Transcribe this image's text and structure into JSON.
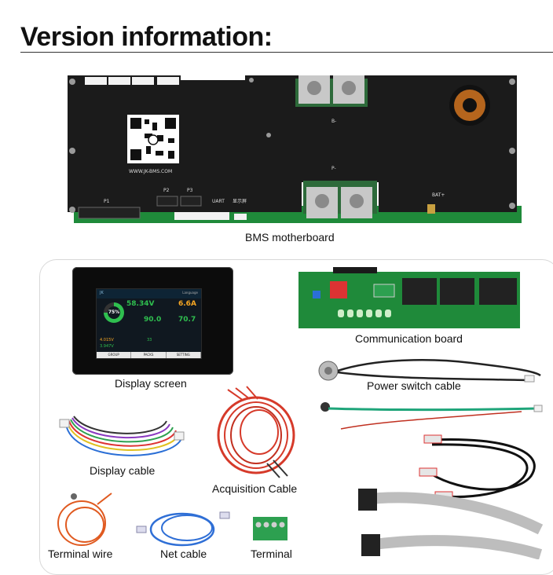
{
  "page": {
    "title": "Version information:"
  },
  "motherboard": {
    "caption": "BMS motherboard",
    "url": "WWW.JK-BMS.COM",
    "labels": {
      "p1": "P1",
      "p2": "P2",
      "p3": "P3",
      "uart": "UART",
      "display_port": "显示屏",
      "b_minus": "B-",
      "p_minus": "P-",
      "bat_plus": "BAT+"
    }
  },
  "display_screen": {
    "caption": "Display screen",
    "soc": "75%",
    "voltage": "58.34V",
    "current": "6.6A",
    "capacity": "90.0",
    "power": "70.7",
    "max_cell": "4.015V",
    "min_cell": "3.947V",
    "temp": "33",
    "tabs": [
      "GROUP",
      "PACKS",
      "SETTING"
    ]
  },
  "items": {
    "communication_board": "Communication board",
    "power_switch_cable": "Power switch cable",
    "display_cable": "Display cable",
    "acquisition_cable": "Acquisition Cable",
    "terminal_wire": "Terminal wire",
    "net_cable": "Net cable",
    "terminal": "Terminal"
  },
  "colors": {
    "board_black": "#1b1b1b",
    "pcb_green": "#1f8a3a",
    "screen_green": "#2fbf4f",
    "screen_orange": "#f5a623"
  }
}
